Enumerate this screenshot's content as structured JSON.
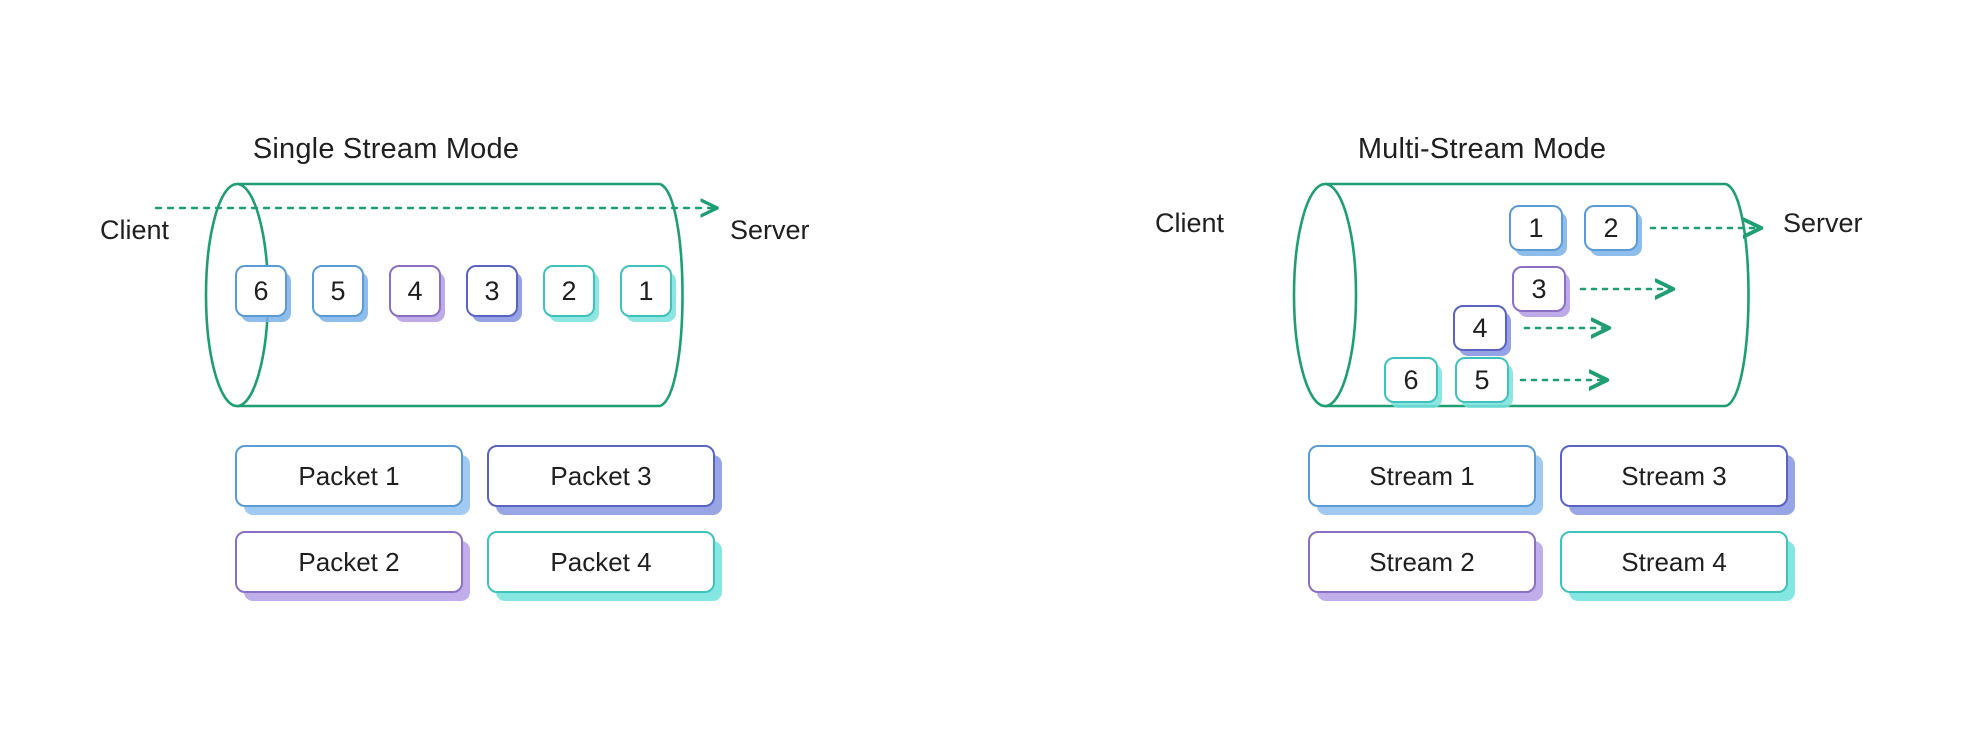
{
  "diagram": {
    "title_implicit": "QUIC Single Stream vs Multi-Stream",
    "colors": {
      "cylinder_stroke": "#1f9e74",
      "arrow": "#1f9e74",
      "blue": "#5b9bd5",
      "purple": "#8b6fc4",
      "indigo": "#5a63c4",
      "teal": "#3fc2bd",
      "text": "#1f1f1f",
      "background": "#ffffff"
    }
  },
  "single_stream": {
    "title": "Single Stream Mode",
    "client_label": "Client",
    "server_label": "Server",
    "flow_arrow_name": "dashed-arrow-client-to-server",
    "packets": [
      {
        "number": "6",
        "color": "blue"
      },
      {
        "number": "5",
        "color": "blue"
      },
      {
        "number": "4",
        "color": "purple"
      },
      {
        "number": "3",
        "color": "indigo"
      },
      {
        "number": "2",
        "color": "teal"
      },
      {
        "number": "1",
        "color": "teal"
      }
    ],
    "legend": [
      {
        "label": "Packet 1",
        "color": "blue"
      },
      {
        "label": "Packet 3",
        "color": "indigo"
      },
      {
        "label": "Packet 2",
        "color": "purple"
      },
      {
        "label": "Packet 4",
        "color": "teal"
      }
    ]
  },
  "multi_stream": {
    "title": "Multi-Stream Mode",
    "client_label": "Client",
    "server_label": "Server",
    "rows": [
      {
        "packets": [
          {
            "number": "1",
            "color": "blue"
          },
          {
            "number": "2",
            "color": "blue"
          }
        ],
        "arrow": true
      },
      {
        "packets": [
          {
            "number": "3",
            "color": "purple"
          }
        ],
        "arrow": true
      },
      {
        "packets": [
          {
            "number": "4",
            "color": "indigo"
          }
        ],
        "arrow": true
      },
      {
        "packets": [
          {
            "number": "6",
            "color": "teal"
          },
          {
            "number": "5",
            "color": "teal"
          }
        ],
        "arrow": true
      }
    ],
    "legend": [
      {
        "label": "Stream 1",
        "color": "blue"
      },
      {
        "label": "Stream 3",
        "color": "indigo"
      },
      {
        "label": "Stream 2",
        "color": "purple"
      },
      {
        "label": "Stream 4",
        "color": "teal"
      }
    ]
  }
}
